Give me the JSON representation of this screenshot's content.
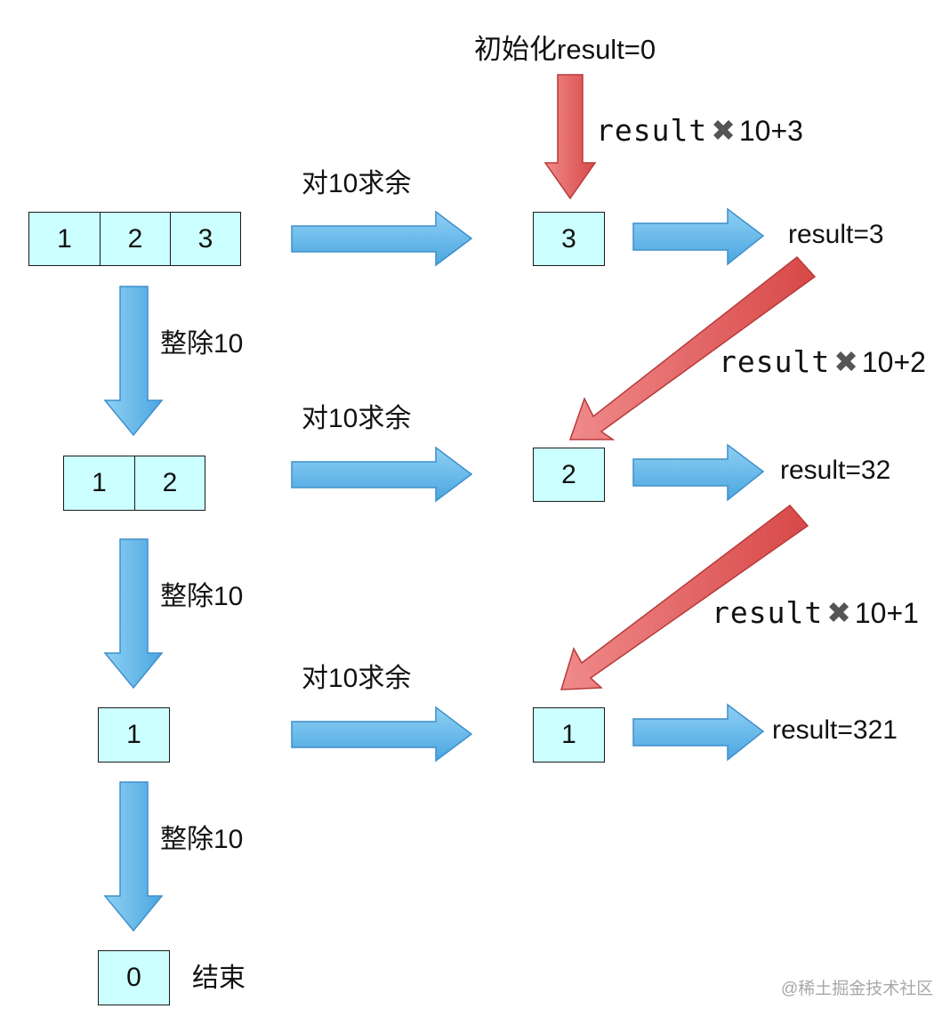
{
  "init_label": "初始化result=0",
  "rows": [
    {
      "digits": [
        "1",
        "2",
        "3"
      ],
      "mod_label": "对10求余",
      "remainder": "3",
      "result": "result=3",
      "div_label": "整除10"
    },
    {
      "digits": [
        "1",
        "2"
      ],
      "mod_label": "对10求余",
      "remainder": "2",
      "result": "result=32",
      "div_label": "整除10"
    },
    {
      "digits": [
        "1"
      ],
      "mod_label": "对10求余",
      "remainder": "1",
      "result": "result=321",
      "div_label": "整除10"
    }
  ],
  "final": {
    "digit": "0",
    "label": "结束"
  },
  "formulas": [
    {
      "var": "result",
      "op": "✖",
      "expr": "10+3"
    },
    {
      "var": "result",
      "op": "✖",
      "expr": "10+2"
    },
    {
      "var": "result",
      "op": "✖",
      "expr": "10+1"
    }
  ],
  "watermark": "@稀土掘金技术社区",
  "colors": {
    "box_fill": "#ccffff",
    "blue_arrow_fill": "#6bb8e8",
    "blue_arrow_stroke": "#4a90c8",
    "red_arrow_fill": "#e06a6a",
    "red_arrow_stroke": "#b83a3a"
  }
}
